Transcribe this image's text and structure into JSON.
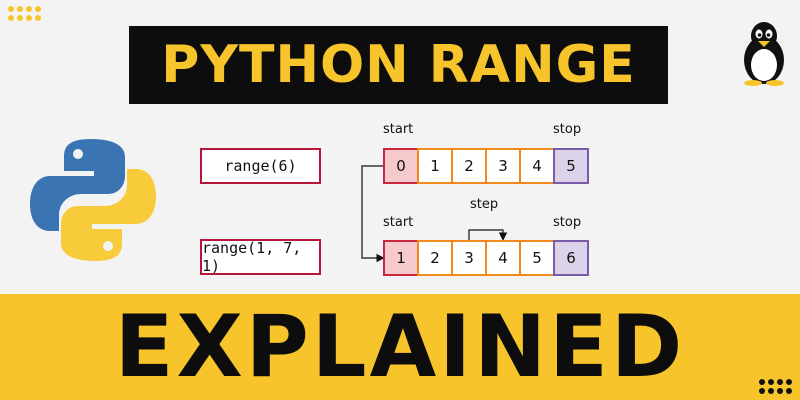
{
  "title": "PYTHON RANGE",
  "subtitle": "EXPLAINED",
  "examples": [
    {
      "code": "range(6)",
      "cells": [
        "0",
        "1",
        "2",
        "3",
        "4",
        "5"
      ],
      "labels": {
        "start": "start",
        "stop": "stop"
      }
    },
    {
      "code": "range(1, 7, 1)",
      "cells": [
        "1",
        "2",
        "3",
        "4",
        "5",
        "6"
      ],
      "labels": {
        "start": "start",
        "step": "step",
        "stop": "stop"
      }
    }
  ],
  "colors": {
    "accent_yellow": "#f7c52b",
    "title_bg": "#0d0d0d",
    "start_cell": "#f6c9cc",
    "stop_cell": "#dcd3ea",
    "cell_border_orange": "#f08a1d",
    "code_border": "#b5173a",
    "python_blue": "#3a74b2",
    "python_yellow": "#f7cb3a"
  },
  "icons": [
    "python-logo-icon",
    "tux-penguin-icon"
  ]
}
